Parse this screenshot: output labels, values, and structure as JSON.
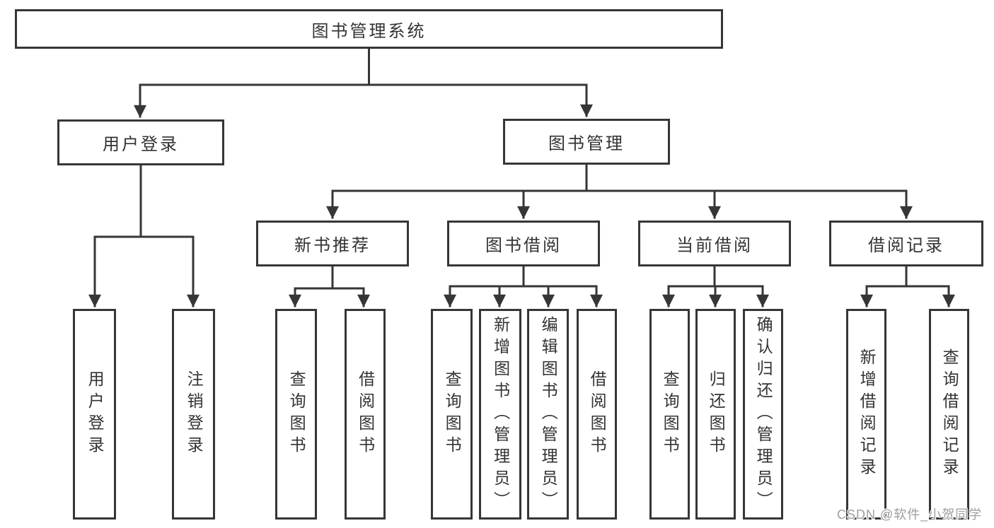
{
  "diagram": {
    "type": "hierarchy-tree",
    "title": "图书管理系统",
    "colors": {
      "line": "#363636",
      "box_border": "#363636",
      "text": "#333333",
      "watermark": "#9e9e9e",
      "background": "#ffffff"
    },
    "nodes": {
      "root": "图书管理系统",
      "user_login": "用户登录",
      "book_mgmt": "图书管理",
      "new_book_rec": "新书推荐",
      "book_borrow": "图书借阅",
      "current_borrow": "当前借阅",
      "borrow_records": "借阅记录",
      "ul_user_login": "用户登录",
      "ul_logout": "注销登录",
      "nbr_query_book": "查询图书",
      "nbr_borrow_book": "借阅图书",
      "bb_query_book": "查询图书",
      "bb_add_book": "新增图书（管理员）",
      "bb_edit_book": "编辑图书（管理员）",
      "bb_borrow_book": "借阅图书",
      "cb_query_book": "查询图书",
      "cb_return_book": "归还图书",
      "cb_confirm_return": "确认归还（管理员）",
      "br_add_record": "新增借阅记录",
      "br_query_record": "查询借阅记录"
    },
    "edges": [
      {
        "from": "root",
        "to": [
          "user_login",
          "book_mgmt"
        ]
      },
      {
        "from": "user_login",
        "to": [
          "ul_user_login",
          "ul_logout"
        ]
      },
      {
        "from": "book_mgmt",
        "to": [
          "new_book_rec",
          "book_borrow",
          "current_borrow",
          "borrow_records"
        ]
      },
      {
        "from": "new_book_rec",
        "to": [
          "nbr_query_book",
          "nbr_borrow_book"
        ]
      },
      {
        "from": "book_borrow",
        "to": [
          "bb_query_book",
          "bb_add_book",
          "bb_edit_book",
          "bb_borrow_book"
        ]
      },
      {
        "from": "current_borrow",
        "to": [
          "cb_query_book",
          "cb_return_book",
          "cb_confirm_return"
        ]
      },
      {
        "from": "borrow_records",
        "to": [
          "br_add_record",
          "br_query_record"
        ]
      }
    ]
  },
  "watermark": {
    "text": "CSDN @软件_小贺同学"
  }
}
